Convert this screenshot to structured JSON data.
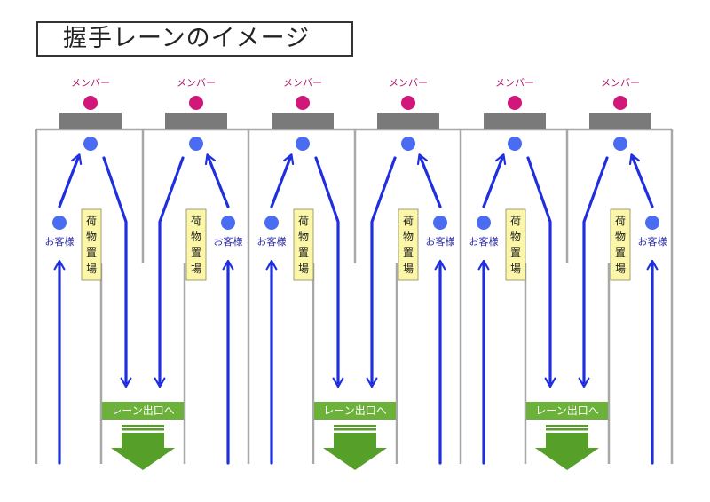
{
  "title": "握手レーンのイメージ",
  "colors": {
    "member_dot": "#d0187a",
    "customer_dot": "#4a6cf0",
    "arrow": "#1f2fe0",
    "desk": "#7a7a7a",
    "wall": "#a8a8a8",
    "luggage_fill": "#fbf6a8",
    "exit_green": "#6cb23a",
    "exit_arrow": "#56a02a"
  },
  "lanes": [
    {
      "member_label": "メンバー",
      "customer_label": "お客様",
      "luggage_label": [
        "荷",
        "物",
        "置",
        "場"
      ],
      "side": "left"
    },
    {
      "member_label": "メンバー",
      "customer_label": "お客様",
      "luggage_label": [
        "荷",
        "物",
        "置",
        "場"
      ],
      "side": "right"
    },
    {
      "member_label": "メンバー",
      "customer_label": "お客様",
      "luggage_label": [
        "荷",
        "物",
        "置",
        "場"
      ],
      "side": "left"
    },
    {
      "member_label": "メンバー",
      "customer_label": "お客様",
      "luggage_label": [
        "荷",
        "物",
        "置",
        "場"
      ],
      "side": "right"
    },
    {
      "member_label": "メンバー",
      "customer_label": "お客様",
      "luggage_label": [
        "荷",
        "物",
        "置",
        "場"
      ],
      "side": "left"
    },
    {
      "member_label": "メンバー",
      "customer_label": "お客様",
      "luggage_label": [
        "荷",
        "物",
        "置",
        "場"
      ],
      "side": "right"
    }
  ],
  "exits": [
    {
      "label": "レーン出口へ"
    },
    {
      "label": "レーン出口へ"
    },
    {
      "label": "レーン出口へ"
    }
  ]
}
